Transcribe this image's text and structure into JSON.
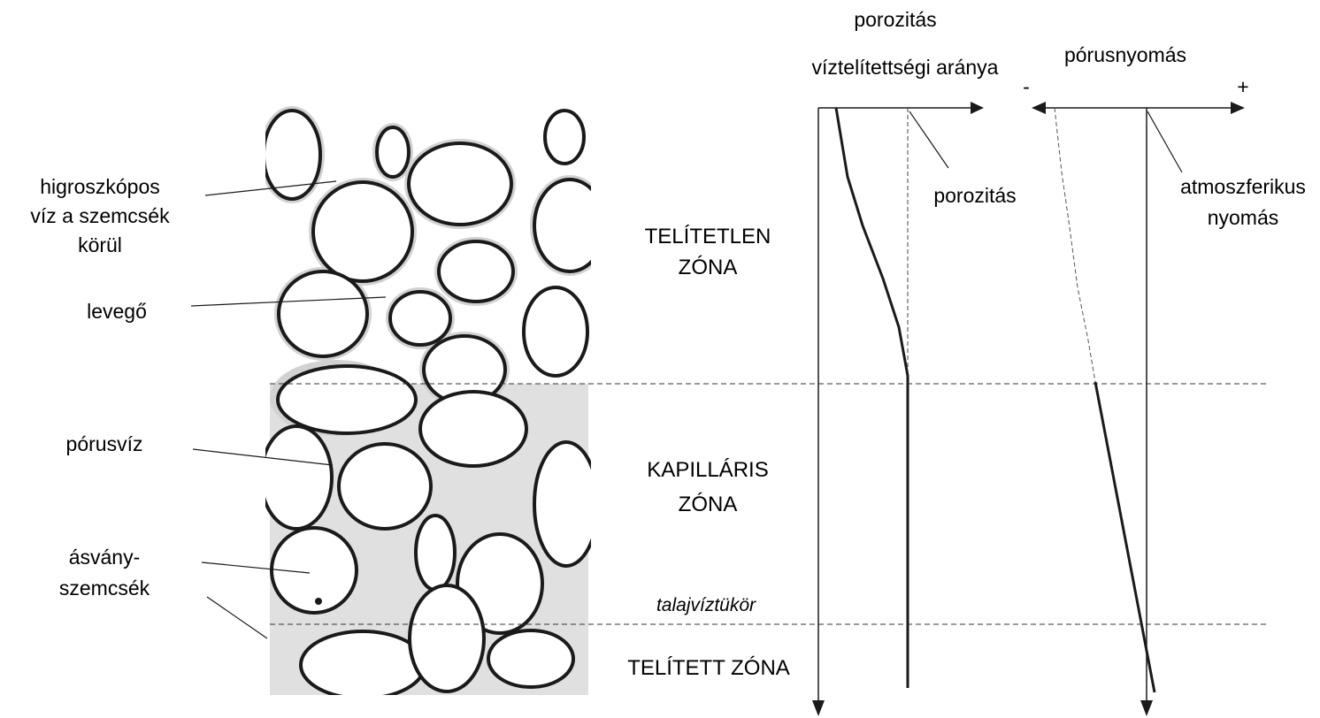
{
  "header": {
    "porosity_title": "porozitás",
    "saturation_title": "víztelítettségi aránya",
    "pore_pressure_title": "pórusnyomás",
    "minus_sign": "-",
    "plus_sign": "+"
  },
  "labels": {
    "hygroscopic_line1": "higroszkópos",
    "hygroscopic_line2": "víz a szemcsék",
    "hygroscopic_line3": "körül",
    "air": "levegő",
    "pore_water": "pórusvíz",
    "mineral_line1": "ásvány-",
    "mineral_line2": "szemcsék",
    "porosity_curve": "porozitás",
    "atmospheric_line1": "atmoszferikus",
    "atmospheric_line2": "nyomás",
    "water_table": "talajvíztükör"
  },
  "zones": {
    "unsaturated_line1": "TELÍTETLEN",
    "unsaturated_line2": "ZÓNA",
    "capillary_line1": "KAPILLÁRIS",
    "capillary_line2": "ZÓNA",
    "saturated": "TELÍTETT ZÓNA"
  },
  "colors": {
    "line": "#1a1a1a",
    "pore_water_fill": "#e0e0e0",
    "hygroscopic_halo": "#d2d2d2"
  }
}
